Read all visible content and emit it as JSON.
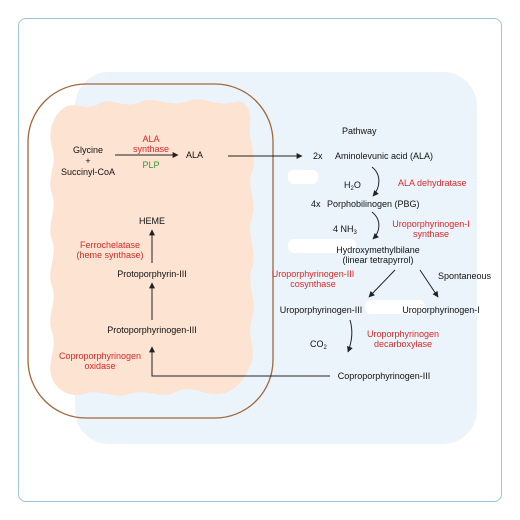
{
  "diagram": {
    "pathway_label": "Pathway",
    "mito": {
      "glycine": "Glycine",
      "plus": "+",
      "succinyl": "Succinyl-CoA",
      "ala_synthase": [
        "ALA",
        "synthase"
      ],
      "plp": "PLP",
      "ala": "ALA",
      "heme": "HEME",
      "ferrochelatase": [
        "Ferrochelatase",
        "(heme synthase)"
      ],
      "protoporphyrin": "Protoporphyrin-III",
      "protoporphyrinogen": "Protoporphyrinogen-III",
      "coproporphyrinogen_oxidase": [
        "Coproporphyrinogen",
        "oxidase"
      ]
    },
    "cyto": {
      "ala_prefix": "2x",
      "ala_full": "Aminolevunic acid (ALA)",
      "h2o": {
        "main": "H",
        "sub": "2",
        "tail": "O"
      },
      "ala_dehydratase": "ALA dehydratase",
      "pbg_prefix": "4x",
      "pbg": "Porphobilinogen (PBG)",
      "nh3": {
        "main": "4 NH",
        "sub": "3"
      },
      "uro1_synthase": [
        "Uroporphyrinogen-I",
        "synthase"
      ],
      "hmb": [
        "Hydroxymethylbilane",
        "(linear tetrapyrrol)"
      ],
      "uro3_cosynthase": [
        "Uroporphyrinogen-III",
        "cosynthase"
      ],
      "spontaneous": "Spontaneous",
      "uro3": "Uroporphyrinogen-III",
      "uro1": "Uroporphyrinogen-I",
      "co2": {
        "main": "CO",
        "sub": "2"
      },
      "uro_decarboxylase": [
        "Uroporphyrinogen",
        "decarboxylase"
      ],
      "copro3": "Coproporphyrinogen-III"
    }
  },
  "colors": {
    "frame": "#9ec3dc",
    "cytoplasm": "#ecf4fb",
    "mitochondrion_fill": "#fde3d2",
    "mitochondrion_border": "#a0683e",
    "enzyme_red": "#d42a2a",
    "cofactor_green": "#2e9b2e",
    "arrow": "#222222"
  }
}
